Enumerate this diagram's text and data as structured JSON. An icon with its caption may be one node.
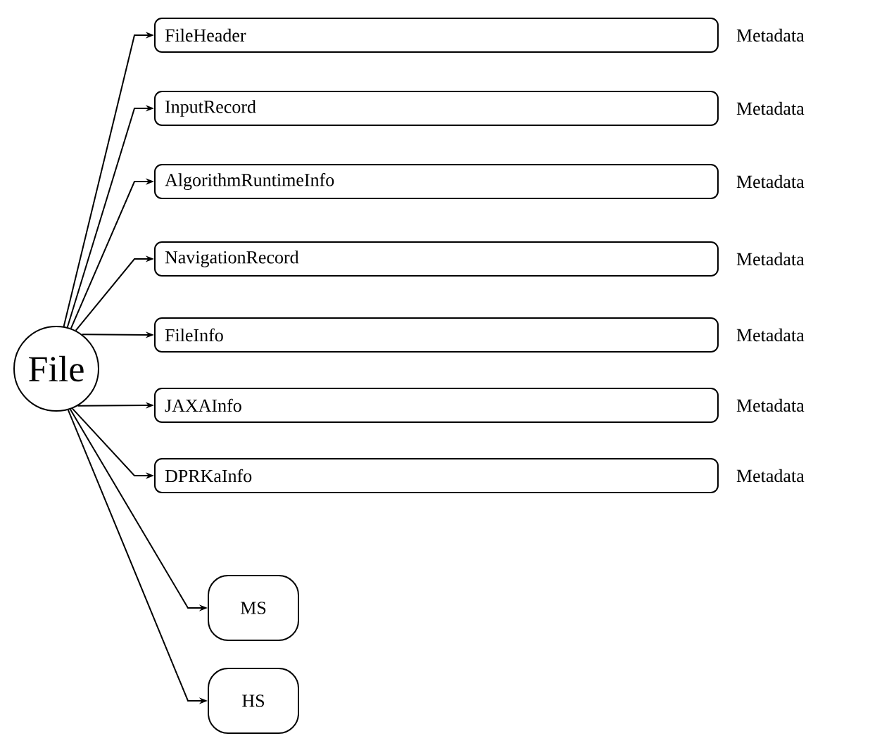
{
  "diagram": {
    "nodes": [
      {
        "text": [
          "File"
        ]
      },
      {
        "text": [
          "FileHeader"
        ],
        "beside": [
          "Metadata"
        ]
      },
      {
        "text": [
          "InputRecord"
        ],
        "beside": [
          "Metadata"
        ]
      },
      {
        "text": [
          "AlgorithmRuntimeInfo"
        ],
        "beside": [
          "Metadata"
        ]
      },
      {
        "text": [
          "NavigationRecord"
        ],
        "beside": [
          "Metadata"
        ]
      },
      {
        "text": [
          "FileInfo"
        ],
        "beside": [
          "Metadata"
        ]
      },
      {
        "text": [
          "JAXAInfo"
        ],
        "beside": [
          "Metadata"
        ]
      },
      {
        "text": [
          "DPRKaInfo"
        ],
        "beside": [
          "Metadata"
        ]
      },
      {
        "text": [
          "MS"
        ]
      },
      {
        "text": [
          "HS"
        ]
      }
    ],
    "edges": [
      {
        "from": 0,
        "to": 1,
        "arrow": "to"
      },
      {
        "from": 0,
        "to": 2,
        "arrow": "to"
      },
      {
        "from": 0,
        "to": 3,
        "arrow": "to"
      },
      {
        "from": 0,
        "to": 4,
        "arrow": "to"
      },
      {
        "from": 0,
        "to": 5,
        "arrow": "to"
      },
      {
        "from": 0,
        "to": 6,
        "arrow": "to"
      },
      {
        "from": 0,
        "to": 7,
        "arrow": "to"
      },
      {
        "from": 0,
        "to": 8,
        "arrow": "to"
      },
      {
        "from": 0,
        "to": 9,
        "arrow": "to"
      }
    ]
  }
}
